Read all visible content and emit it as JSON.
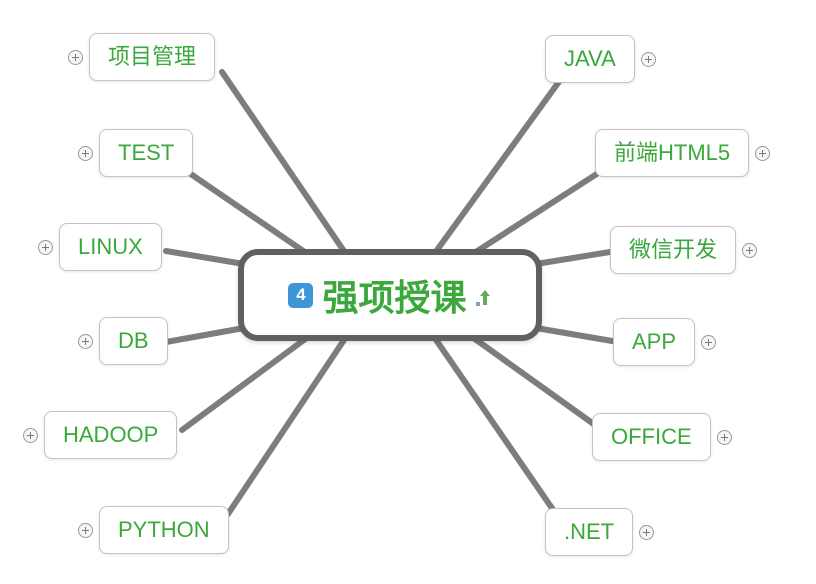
{
  "center": {
    "badge": "4",
    "label": "强项授课",
    "marker_icon": "up-arrow-icon"
  },
  "nodes": {
    "left": [
      {
        "label": "项目管理"
      },
      {
        "label": "TEST"
      },
      {
        "label": "LINUX"
      },
      {
        "label": "DB"
      },
      {
        "label": "HADOOP"
      },
      {
        "label": "PYTHON"
      }
    ],
    "right": [
      {
        "label": "JAVA"
      },
      {
        "label": "前端HTML5"
      },
      {
        "label": "微信开发"
      },
      {
        "label": "APP"
      },
      {
        "label": "OFFICE"
      },
      {
        "label": ".NET"
      }
    ]
  },
  "colors": {
    "topic_text": "#3aa83a",
    "branch": "#7d7d7d",
    "badge_bg": "#3c96d8",
    "center_border": "#606060",
    "topic_border": "#c3c3c3"
  }
}
